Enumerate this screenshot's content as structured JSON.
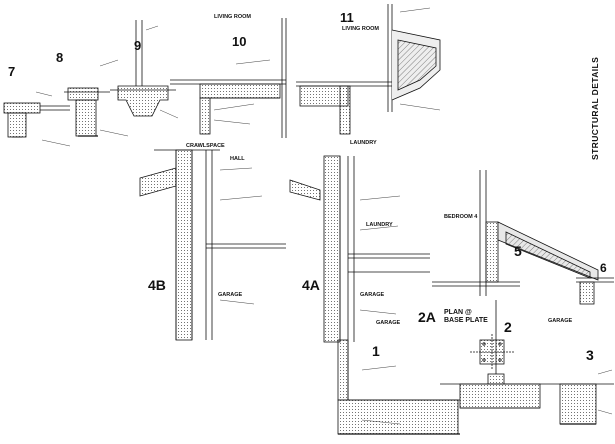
{
  "sheet": {
    "side_title": "STRUCTURAL DETAILS"
  },
  "details": {
    "d7": "7",
    "d8": "8",
    "d9": "9",
    "d10": "10",
    "d11": "11",
    "d4b": "4B",
    "d4a": "4A",
    "d5": "5",
    "d6": "6",
    "d2a": "2A",
    "d2a_plan_line1": "PLAN @",
    "d2a_plan_line2": "BASE PLATE",
    "d2": "2",
    "d1": "1",
    "d3": "3"
  },
  "rooms": {
    "living_room_top": "LIVING ROOM",
    "living_room_11": "LIVING ROOM",
    "crawlspace": "CRAWLSPACE",
    "hall": "HALL",
    "laundry_top": "LAUNDRY",
    "laundry_mid": "LAUNDRY",
    "bedroom4": "BEDROOM 4",
    "garage_4b": "GARAGE",
    "garage_4a": "GARAGE",
    "garage_mid": "GARAGE",
    "garage_right": "GARAGE"
  },
  "palette": {
    "ink": "#111111",
    "paper": "#ffffff",
    "fill": "#d8d8d8"
  }
}
